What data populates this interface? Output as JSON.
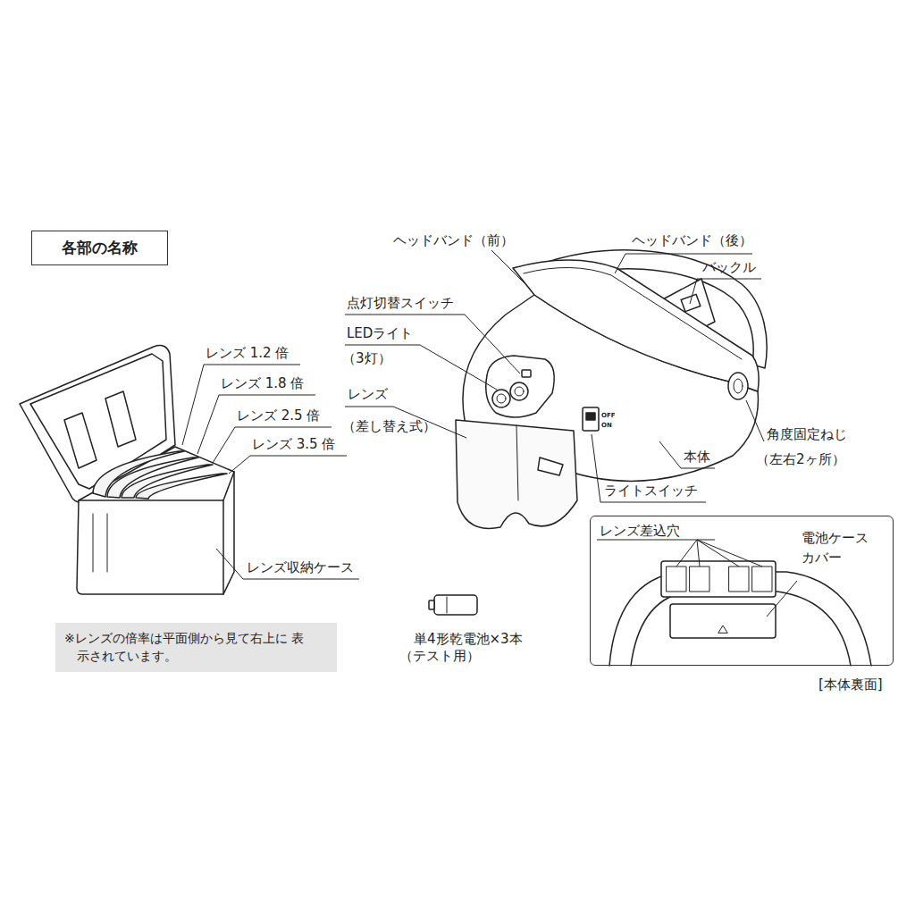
{
  "diagram": {
    "nodes": [
      {
        "text": [
          "各部の名称"
        ]
      },
      {
        "text": [
          "※レンズの倍率は平面側から見て右上に 表示されています。"
        ]
      },
      {
        "text": [
          "レンズ差込穴",
          "電池ケース カバー",
          "[本体裏面]"
        ]
      }
    ],
    "labels": [
      "ヘッドバンド（前）",
      "ヘッドバンド（後）",
      "バックル",
      "点灯切替スイッチ",
      "LEDライト",
      "（3灯）",
      "レンズ",
      "（差し替え式）",
      "OFF",
      "ON",
      "角度固定ねじ",
      "（左右2ヶ所）",
      "本体",
      "ライトスイッチ",
      "レンズ 1.2 倍",
      "レンズ 1.8 倍",
      "レンズ 2.5 倍",
      "レンズ 3.5 倍",
      "レンズ収納ケース",
      "単4形乾電池×3本",
      "（テスト用）"
    ]
  }
}
